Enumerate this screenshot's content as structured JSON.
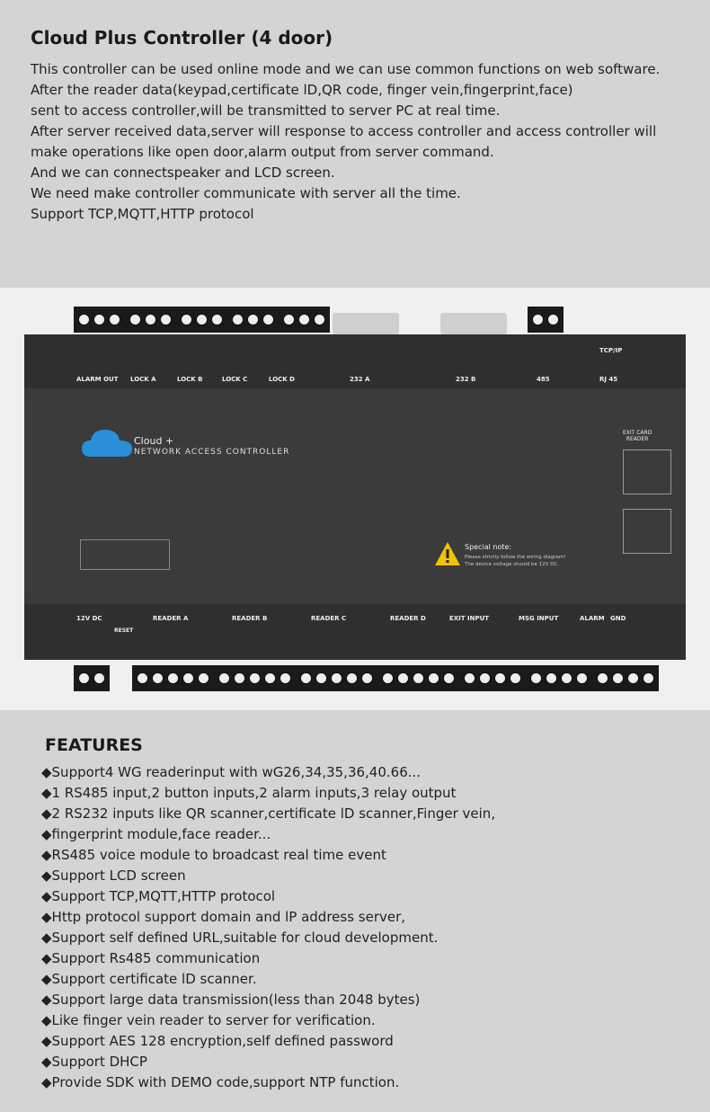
{
  "header": {
    "title": "Cloud Plus Controller (4 door)",
    "description": [
      "This controller can be used online mode and we can use common functions on web software.",
      "After the reader data(keypad,certificate lD,QR code, finger vein,fingerprint,face)",
      "sent to access controller,will be transmitted to server PC at real time.",
      "After server received data,server will response to access controller and access controller will",
      "make operations like open door,alarm output from server command.",
      "And we can connectspeaker and LCD screen.",
      "We need make controller communicate with server all the time.",
      "Support TCP,MQTT,HTTP protocol"
    ]
  },
  "device": {
    "top_labels": [
      "ALARM OUT",
      "LOCK A",
      "LOCK B",
      "LOCK C",
      "LOCK D",
      "232  A",
      "232  B",
      "485",
      "RJ 45"
    ],
    "tcpip": "TCP/IP",
    "brand_line1": "Cloud +",
    "brand_line2": "NETWORK ACCESS CONTROLLER",
    "exit_card": "EXIT CARD",
    "exit_card_sub": "READER",
    "special_note_title": "Special note:",
    "special_note_line1": "Please strictly follow the wiring diagram!",
    "special_note_line2": "The device voltage should be 12V DC.",
    "bottom_labels": [
      "12V DC",
      "READER A",
      "READER B",
      "READER C",
      "READER D",
      "EXIT INPUT",
      "MSG INPUT",
      "ALARM",
      "GND"
    ],
    "reset_label": "RESET"
  },
  "features": {
    "title": "FEATURES",
    "items": [
      "◆Support4 WG readerinput with wG26,34,35,36,40.66...",
      "◆1 RS485 input,2 button inputs,2 alarm inputs,3 relay output",
      "◆2 RS232 inputs like QR scanner,certificate lD scanner,Finger vein,",
      "◆fingerprint module,face reader...",
      "◆RS485 voice module to broadcast real time event",
      "◆Support LCD screen",
      "◆Support TCP,MQTT,HTTP protocol",
      "◆Http protocol support domain and lP address server,",
      "◆Support self defined URL,suitable for cloud development.",
      "◆Support Rs485 communication",
      "◆Support certificate lD scanner.",
      "◆Support large data transmission(less than 2048 bytes)",
      "◆Like finger vein reader to server for verification.",
      "◆Support AES 128 encryption,self defined password",
      "◆Support DHCP",
      "◆Provide SDK with DEMO code,support NTP function."
    ]
  },
  "colors": {
    "page_bg": "#d4d4d4",
    "device_body": "#3a3a3a",
    "cloud_blue": "#2a8fd8",
    "warning_yellow": "#f2c200"
  }
}
